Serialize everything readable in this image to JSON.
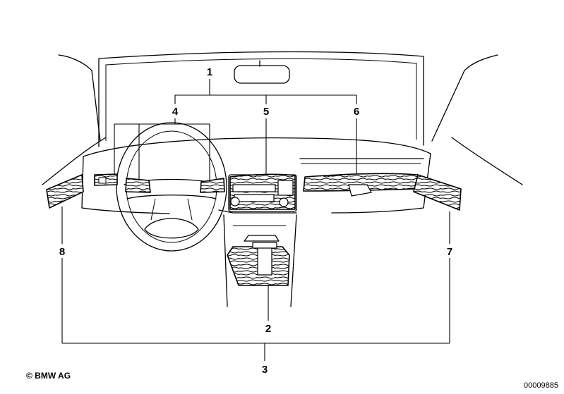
{
  "callouts": [
    {
      "id": "c1",
      "label": "1"
    },
    {
      "id": "c2",
      "label": "2"
    },
    {
      "id": "c3",
      "label": "3"
    },
    {
      "id": "c4",
      "label": "4"
    },
    {
      "id": "c5",
      "label": "5"
    },
    {
      "id": "c6",
      "label": "6"
    },
    {
      "id": "c7",
      "label": "7"
    },
    {
      "id": "c8",
      "label": "8"
    }
  ],
  "footer": {
    "copyright": "© BMW AG",
    "image_code": "00009885"
  }
}
